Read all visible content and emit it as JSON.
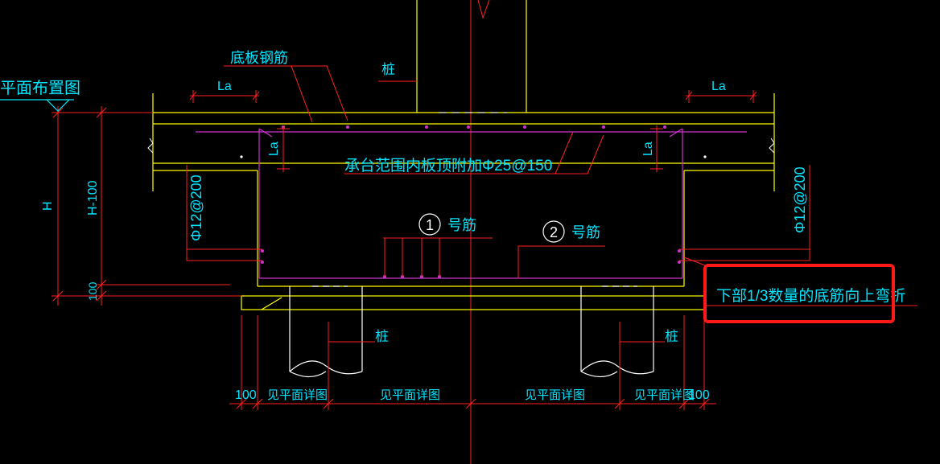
{
  "labels": {
    "plan_ref": "平面布置图",
    "bottom_rebar": "底板钢筋",
    "pile_top": "桩",
    "la_top_left": "La",
    "la_top_right": "La",
    "la_side_left": "La",
    "la_side_right": "La",
    "added_top_rebar": "承台范围内板顶附加Φ25@150",
    "side_rebar_left": "Φ12@200",
    "side_rebar_right": "Φ12@200",
    "bar1_num": "1",
    "bar1_text": "号筋",
    "bar2_num": "2",
    "bar2_text": "号筋",
    "bend_note": "下部1/3数量的底筋向上弯折",
    "pile_left": "桩",
    "pile_right": "桩",
    "dim_H": "H",
    "dim_H100": "H-100",
    "dim_100_left": "100",
    "dim_100_bl": "100",
    "dim_100_br": "100",
    "see_plan_1": "见平面详图",
    "see_plan_2": "见平面详图",
    "see_plan_3": "见平面详图",
    "see_plan_4": "见平面详图"
  },
  "colors": {
    "background": "#000000",
    "concrete": "#ffff00",
    "rebar": "#cc33cc",
    "dimension": "#ff2020",
    "text": "#00e5ff",
    "outline_white": "#ffffff",
    "highlight_box": "#ff1a1a"
  }
}
